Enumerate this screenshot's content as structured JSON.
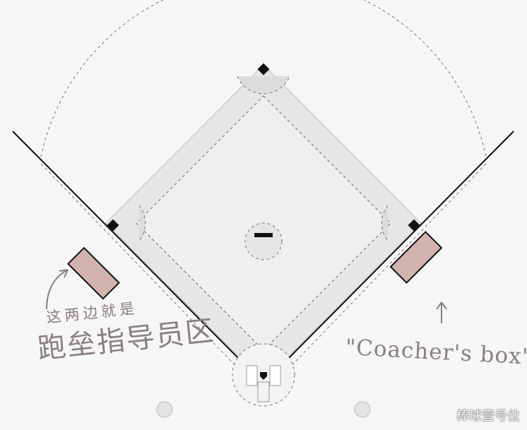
{
  "labels": {
    "left_note": "这两边就是",
    "left_title": "跑垒指导员区",
    "right_title": "\"Coacher's box\""
  },
  "watermark": "棒球壹号位",
  "colors": {
    "background": "#f6f6f6",
    "infield": "#e5e5e5",
    "grass": "#efefef",
    "base": "#111111",
    "coach_box": "#d2b3ad",
    "annotation": "#8a7f7f"
  },
  "icons": {
    "left_arrow": "curved-arrow-icon",
    "right_arrow": "up-arrow-icon"
  }
}
